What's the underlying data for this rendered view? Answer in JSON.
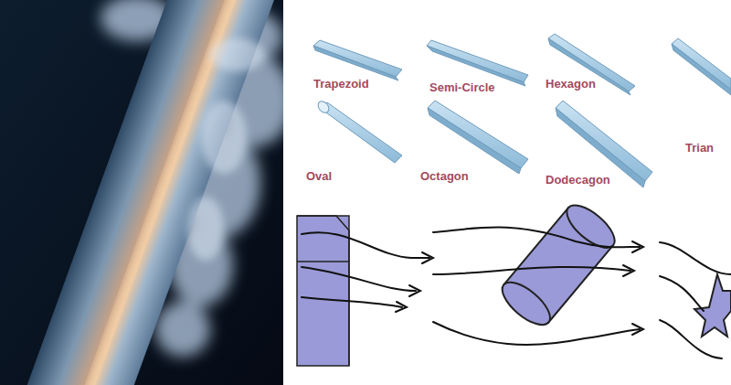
{
  "diagram": {
    "labels": [
      "Trapezoid",
      "Semi-Circle",
      "Hexagon",
      "Trian",
      "Oval",
      "Octagon",
      "Dodecagon"
    ]
  }
}
